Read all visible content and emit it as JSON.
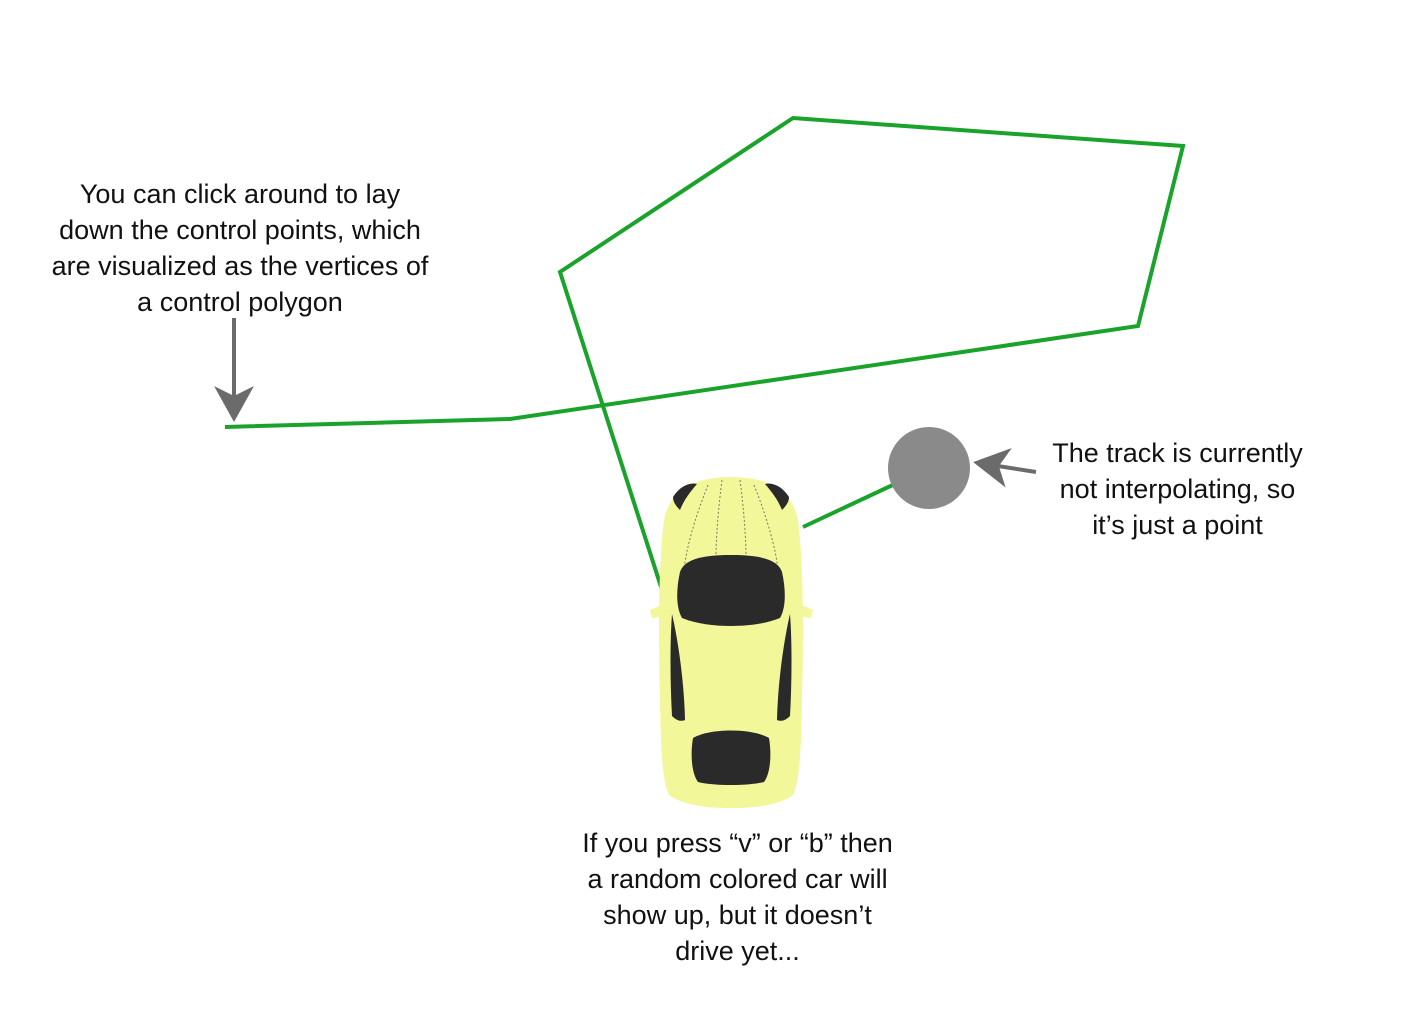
{
  "annotations": {
    "control_points": [
      "You can click around to lay",
      "down the control points, which",
      "are visualized as the vertices of",
      "a control polygon"
    ],
    "track_point": [
      "The track is currently",
      "not interpolating, so",
      "it’s just a point"
    ],
    "car": [
      "If you press “v” or “b” then",
      "a random colored car will",
      "show up, but it doesn’t",
      "drive yet..."
    ]
  },
  "colors": {
    "polygon": "#1aa32a",
    "arrow": "#6b6b6b",
    "track_point": "#8a8a8a",
    "car_body": "#f2f79a",
    "car_glass": "#2a2a2a"
  }
}
